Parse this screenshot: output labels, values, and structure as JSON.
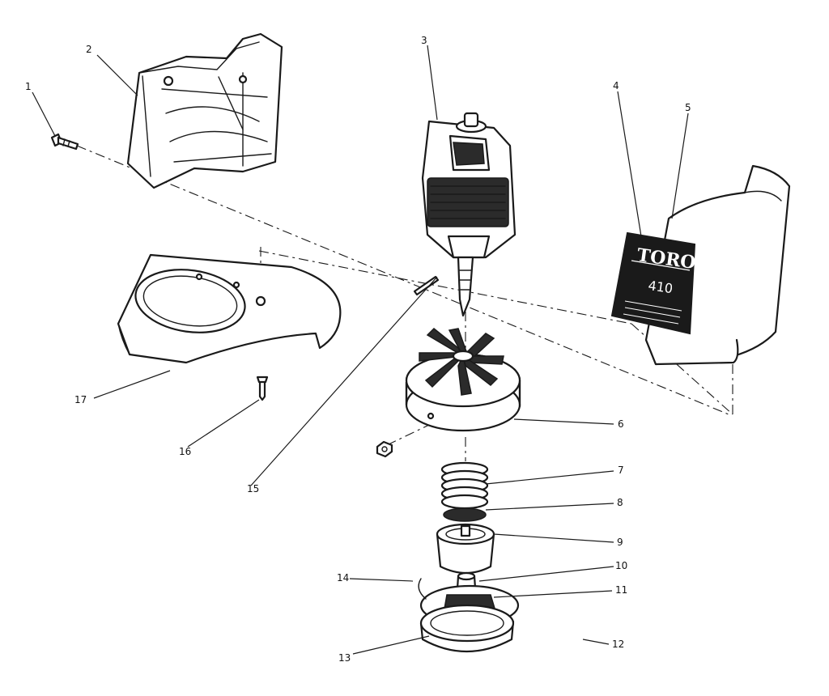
{
  "callouts": [
    {
      "id": "1",
      "text": "1"
    },
    {
      "id": "2",
      "text": "2"
    },
    {
      "id": "3",
      "text": "3"
    },
    {
      "id": "4",
      "text": "4"
    },
    {
      "id": "5",
      "text": "5"
    },
    {
      "id": "6",
      "text": "6"
    },
    {
      "id": "7",
      "text": "7"
    },
    {
      "id": "8",
      "text": "8"
    },
    {
      "id": "9",
      "text": "9"
    },
    {
      "id": "10",
      "text": "10"
    },
    {
      "id": "11",
      "text": "11"
    },
    {
      "id": "12",
      "text": "12"
    },
    {
      "id": "13",
      "text": "13"
    },
    {
      "id": "14",
      "text": "14"
    },
    {
      "id": "15",
      "text": "15"
    },
    {
      "id": "16",
      "text": "16"
    },
    {
      "id": "17",
      "text": "17"
    }
  ],
  "decal": {
    "brand": "TORO",
    "model": "410"
  }
}
